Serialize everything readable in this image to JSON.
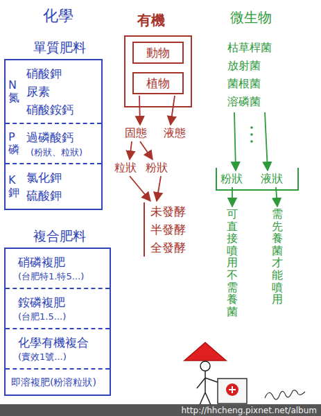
{
  "diagram": {
    "nodes": [
      {
        "text": [
          "單質肥料"
        ]
      },
      {
        "text": [
          "N 氮",
          "硝酸鉀",
          "尿素",
          "硝酸銨鈣"
        ],
        "in": 0
      },
      {
        "text": [
          "P 磷",
          "過磷酸鈣",
          "(粉狀、粒狀)"
        ],
        "in": 0
      },
      {
        "text": [
          "K 鉀",
          "氯化鉀",
          "硫酸鉀"
        ],
        "in": 0
      },
      {
        "text": [
          "複合肥料"
        ]
      },
      {
        "text": [
          "硝磷複肥",
          "(台肥特1.特5...)"
        ],
        "in": 4
      },
      {
        "text": [
          "銨磷複肥",
          "(台肥1.5...)"
        ],
        "in": 4
      },
      {
        "text": [
          "化學有機複合",
          "(實效1號...)"
        ],
        "in": 4
      },
      {
        "text": [
          "即溶複肥(粉溶粒狀)"
        ],
        "in": 4
      },
      {
        "text": [
          "動物"
        ]
      },
      {
        "text": [
          "植物"
        ]
      },
      {
        "text": [
          "固態"
        ]
      },
      {
        "text": [
          "液態"
        ]
      },
      {
        "text": [
          "粒狀"
        ]
      },
      {
        "text": [
          "粉狀"
        ]
      },
      {
        "text": [
          "未發酵",
          "半發酵",
          "全發酵"
        ]
      },
      {
        "text": [
          "枯草桿菌",
          "放射菌",
          "菌根菌",
          "溶磷菌"
        ]
      },
      {
        "text": [
          "粉狀"
        ]
      },
      {
        "text": [
          "液狀"
        ]
      },
      {
        "text": [
          "可直接噴用不需養菌"
        ]
      },
      {
        "text": [
          "需先養菌才能噴用"
        ]
      }
    ],
    "edges": [
      {
        "from": 10,
        "to": 11,
        "arrow": "to"
      },
      {
        "from": 10,
        "to": 12,
        "arrow": "to"
      },
      {
        "from": 11,
        "to": 13,
        "arrow": "to"
      },
      {
        "from": 11,
        "to": 14,
        "arrow": "to"
      },
      {
        "from": 13,
        "to": 15,
        "arrow": "to"
      },
      {
        "from": 14,
        "to": 15,
        "arrow": "to"
      },
      {
        "from": 16,
        "to": 17,
        "arrow": "to"
      },
      {
        "from": 16,
        "to": 18,
        "arrow": "to"
      },
      {
        "from": 17,
        "to": 19,
        "arrow": "to"
      },
      {
        "from": 18,
        "to": 20,
        "arrow": "to"
      }
    ],
    "labels": [
      "化學",
      "有機",
      "微生物",
      "http://hhcheng.pixnet.net/album"
    ]
  }
}
